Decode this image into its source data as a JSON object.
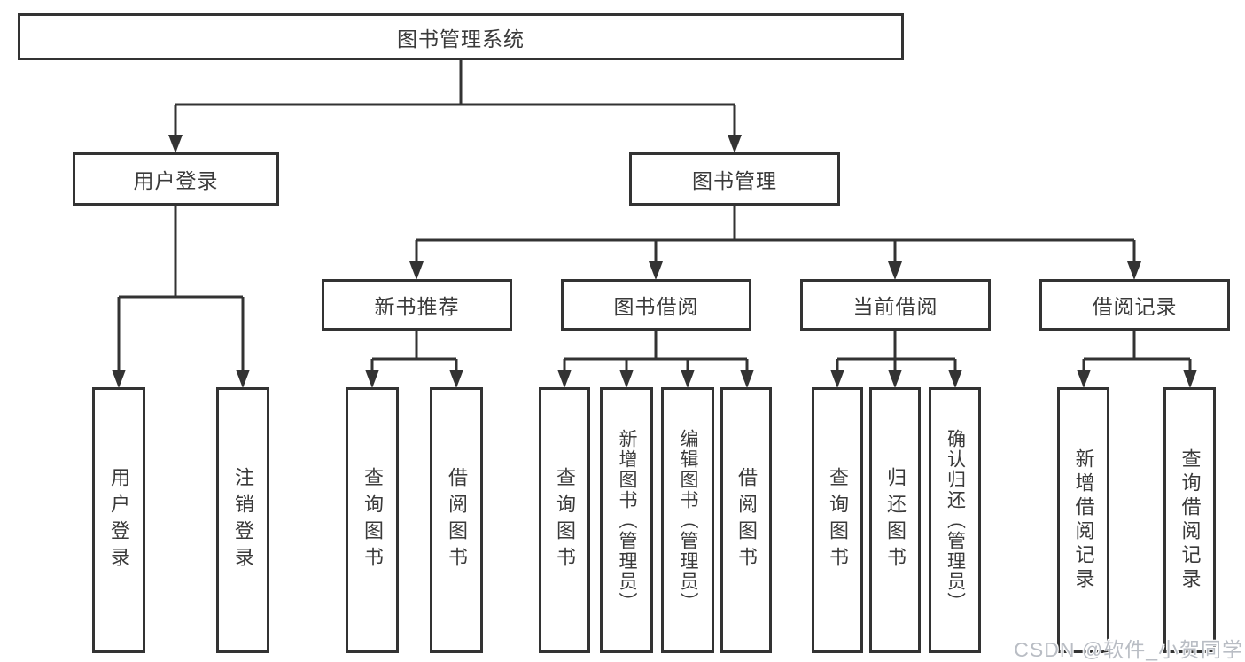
{
  "tree": {
    "root": {
      "label": "图书管理系统"
    },
    "user_login": {
      "label": "用户登录",
      "children": [
        "用户登录",
        "注销登录"
      ]
    },
    "book_management": {
      "label": "图书管理",
      "modules": {
        "new_book_recommend": {
          "label": "新书推荐",
          "children": [
            "查询图书",
            "借阅图书"
          ]
        },
        "book_borrow": {
          "label": "图书借阅",
          "children": [
            "查询图书",
            "新增图书（管理员）",
            "编辑图书（管理员）",
            "借阅图书"
          ]
        },
        "current_borrow": {
          "label": "当前借阅",
          "children": [
            "查询图书",
            "归还图书",
            "确认归还（管理员）"
          ]
        },
        "borrow_record": {
          "label": "借阅记录",
          "children": [
            "新增借阅记录",
            "查询借阅记录"
          ]
        }
      }
    }
  },
  "watermark": "CSDN @软件_小贺同学",
  "colors": {
    "line": "#333333",
    "text": "#3a3a3a",
    "watermark": "#b9bdc4",
    "background": "#ffffff"
  }
}
